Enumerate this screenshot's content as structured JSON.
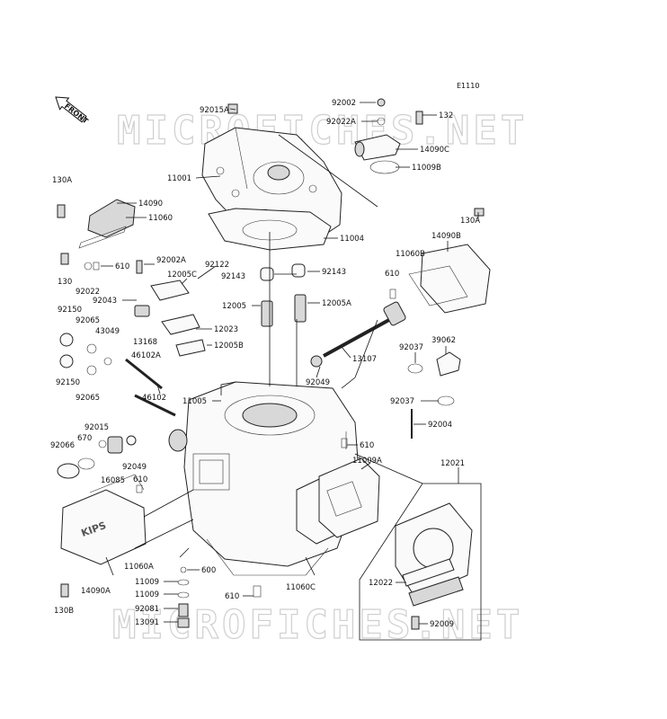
{
  "diagram": {
    "ref_code": "E1110",
    "front_label": "FRONT",
    "watermark": "MICROFICHES.NET",
    "parts": [
      {
        "id": "p-92015A",
        "label": "92015A"
      },
      {
        "id": "p-11001",
        "label": "11001"
      },
      {
        "id": "p-92002",
        "label": "92002"
      },
      {
        "id": "p-92022A",
        "label": "92022A"
      },
      {
        "id": "p-132",
        "label": "132"
      },
      {
        "id": "p-14090C",
        "label": "14090C"
      },
      {
        "id": "p-11009B",
        "label": "11009B"
      },
      {
        "id": "p-130A-l",
        "label": "130A"
      },
      {
        "id": "p-14090",
        "label": "14090"
      },
      {
        "id": "p-11060",
        "label": "11060"
      },
      {
        "id": "p-11004",
        "label": "11004"
      },
      {
        "id": "p-130A-r",
        "label": "130A"
      },
      {
        "id": "p-14090B",
        "label": "14090B"
      },
      {
        "id": "p-11060B",
        "label": "11060B"
      },
      {
        "id": "p-610-a",
        "label": "610"
      },
      {
        "id": "p-92002A",
        "label": "92002A"
      },
      {
        "id": "p-130",
        "label": "130"
      },
      {
        "id": "p-610-b",
        "label": "610"
      },
      {
        "id": "p-92022",
        "label": "92022"
      },
      {
        "id": "p-92122",
        "label": "92122"
      },
      {
        "id": "p-12005C",
        "label": "12005C"
      },
      {
        "id": "p-92143-l",
        "label": "92143"
      },
      {
        "id": "p-92143-r",
        "label": "92143"
      },
      {
        "id": "p-92043",
        "label": "92043"
      },
      {
        "id": "p-92150-a",
        "label": "92150"
      },
      {
        "id": "p-12005",
        "label": "12005"
      },
      {
        "id": "p-12005A",
        "label": "12005A"
      },
      {
        "id": "p-92065-a",
        "label": "92065"
      },
      {
        "id": "p-12023",
        "label": "12023"
      },
      {
        "id": "p-43049",
        "label": "43049"
      },
      {
        "id": "p-13168",
        "label": "13168"
      },
      {
        "id": "p-12005B",
        "label": "12005B"
      },
      {
        "id": "p-46102A",
        "label": "46102A"
      },
      {
        "id": "p-13107",
        "label": "13107"
      },
      {
        "id": "p-92037-a",
        "label": "92037"
      },
      {
        "id": "p-39062",
        "label": "39062"
      },
      {
        "id": "p-92049-a",
        "label": "92049"
      },
      {
        "id": "p-92150-b",
        "label": "92150"
      },
      {
        "id": "p-92065-b",
        "label": "92065"
      },
      {
        "id": "p-11005",
        "label": "11005"
      },
      {
        "id": "p-46102",
        "label": "46102"
      },
      {
        "id": "p-92037-b",
        "label": "92037"
      },
      {
        "id": "p-92004",
        "label": "92004"
      },
      {
        "id": "p-92015",
        "label": "92015"
      },
      {
        "id": "p-670",
        "label": "670"
      },
      {
        "id": "p-92066",
        "label": "92066"
      },
      {
        "id": "p-92049-b",
        "label": "92049"
      },
      {
        "id": "p-16085",
        "label": "16085"
      },
      {
        "id": "p-610-c",
        "label": "610"
      },
      {
        "id": "p-610-d",
        "label": "610"
      },
      {
        "id": "p-11009A",
        "label": "11009A"
      },
      {
        "id": "p-12021",
        "label": "12021"
      },
      {
        "id": "p-11060A",
        "label": "11060A"
      },
      {
        "id": "p-600",
        "label": "600"
      },
      {
        "id": "p-14090A",
        "label": "14090A"
      },
      {
        "id": "p-11009-a",
        "label": "11009"
      },
      {
        "id": "p-11009-b",
        "label": "11009"
      },
      {
        "id": "p-610-e",
        "label": "610"
      },
      {
        "id": "p-11060C",
        "label": "11060C"
      },
      {
        "id": "p-12022",
        "label": "12022"
      },
      {
        "id": "p-130B",
        "label": "130B"
      },
      {
        "id": "p-92081",
        "label": "92081"
      },
      {
        "id": "p-13091",
        "label": "13091"
      },
      {
        "id": "p-92009",
        "label": "92009"
      }
    ]
  }
}
